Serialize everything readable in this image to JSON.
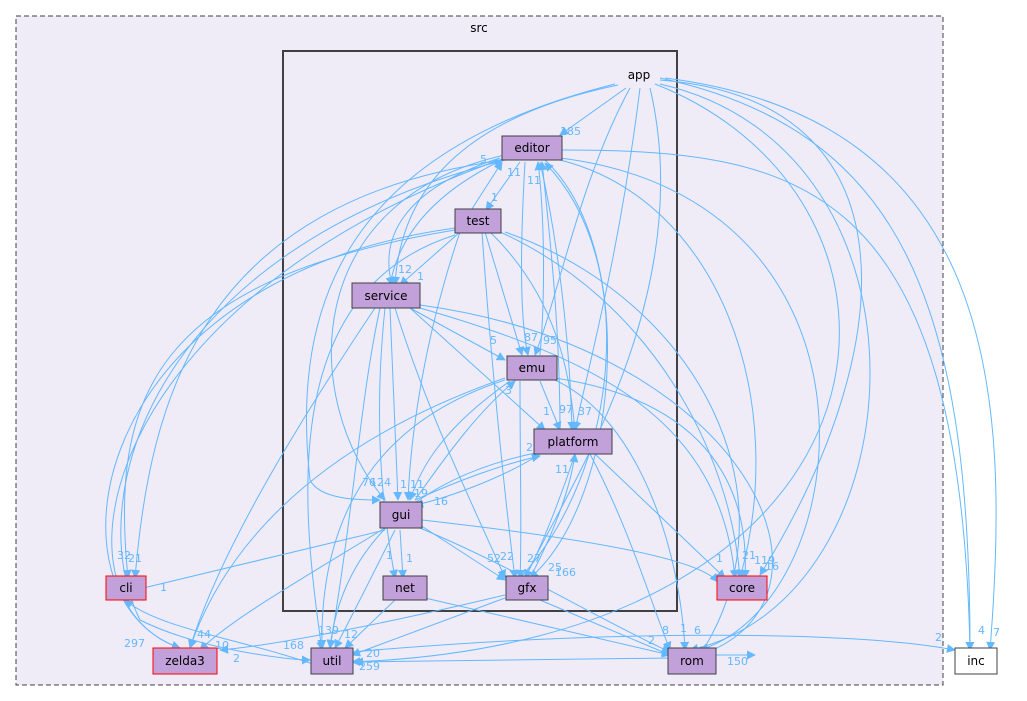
{
  "outer_cluster": {
    "label": "src"
  },
  "inner_cluster": {
    "label": "app"
  },
  "colors": {
    "outer_fill": "#efebf7",
    "outer_border": "#404040",
    "inner_fill": "#efebf7",
    "inner_border": "#404040",
    "node_fill": "#c2a0da",
    "node_border": "#404040",
    "node_red_border": "#ff0000",
    "edge": "#63b8ff"
  },
  "nodes": {
    "editor": "editor",
    "test": "test",
    "service": "service",
    "emu": "emu",
    "platform": "platform",
    "gui": "gui",
    "net": "net",
    "gfx": "gfx",
    "cli": "cli",
    "core": "core",
    "zelda3": "zelda3",
    "util": "util",
    "rom": "rom",
    "inc": "inc"
  },
  "edge_counts": {
    "app_editor": "185",
    "editor_test": "1",
    "test_editor": "5",
    "emu_editor": "11",
    "platform_editor": "11",
    "service_a": "12",
    "service_b": "1",
    "emu_a": "5",
    "emu_b": "87",
    "emu_c": "95",
    "emu_in": "3",
    "platform_a": "1",
    "platform_b": "97",
    "platform_c": "37",
    "platform_in": "11",
    "gui_a": "76",
    "gui_b": "124",
    "gui_c": "1",
    "gui_d": "11",
    "gui_e": "19",
    "gui_f": "16",
    "gui_g": "2",
    "gui_h": "1",
    "net_a": "1",
    "net_b": "1",
    "gfx_a": "52",
    "gfx_b": "22",
    "gfx_c": "27",
    "gfx_d": "25",
    "gfx_e": "166",
    "cli_a": "32",
    "cli_b": "21",
    "cli_c": "1",
    "core_a": "1",
    "core_b": "21",
    "core_c": "119",
    "core_d": "16",
    "zelda3_a": "297",
    "zelda3_b": "44",
    "zelda3_c": "10",
    "zelda3_d": "2",
    "util_a": "168",
    "util_b": "139",
    "util_c": "12",
    "util_d": "20",
    "util_e": "259",
    "rom_a": "8",
    "rom_b": "1",
    "rom_c": "6",
    "rom_d": "2",
    "rom_e": "150",
    "inc_a": "2",
    "inc_b": "4",
    "inc_c": "7"
  }
}
